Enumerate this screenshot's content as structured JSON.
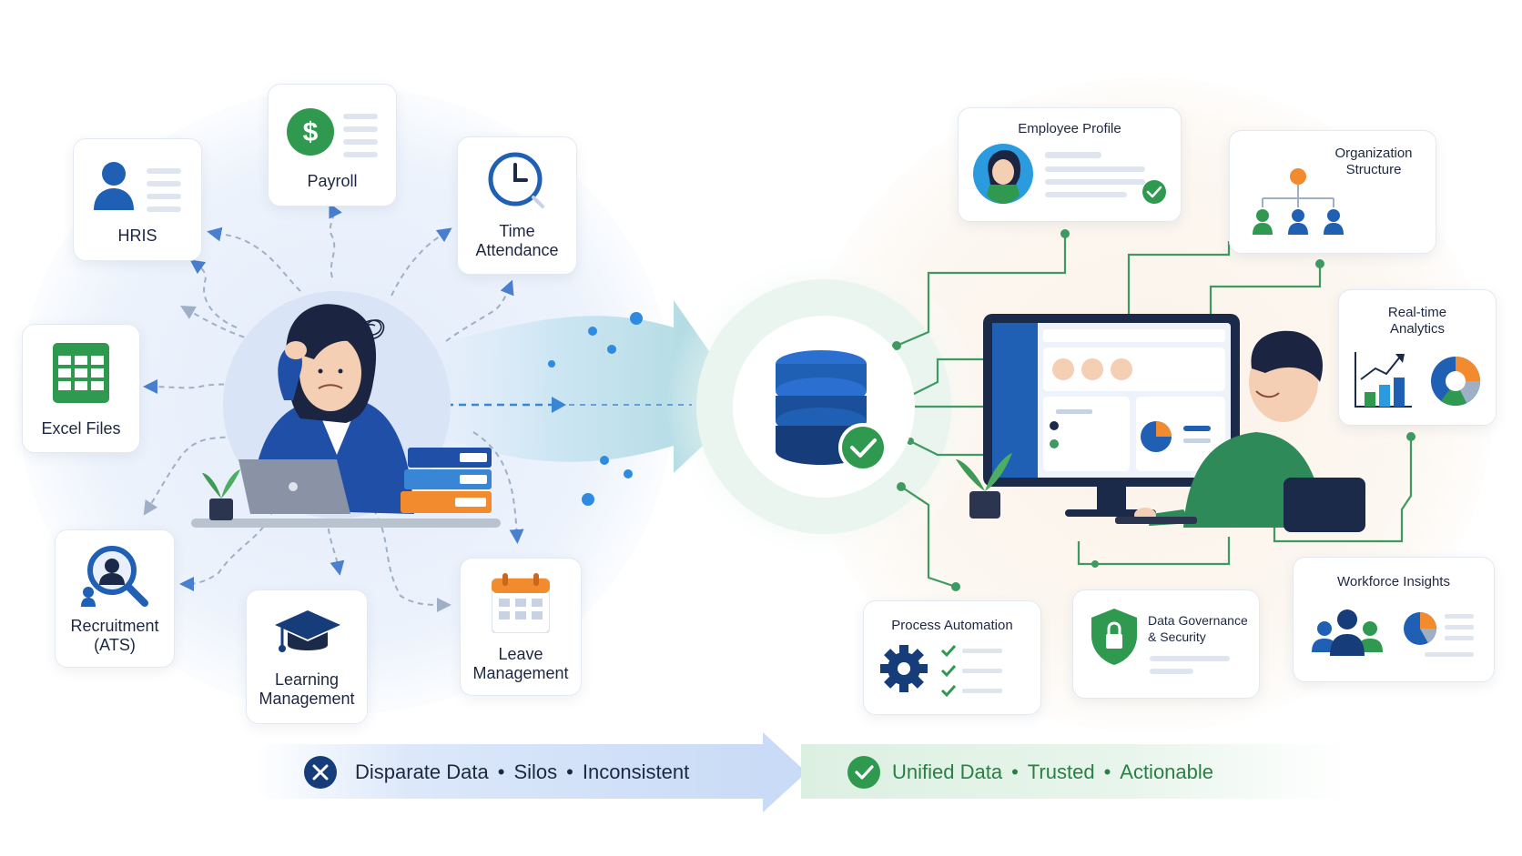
{
  "left_modules": {
    "hris": "HRIS",
    "payroll": "Payroll",
    "time_attendance": [
      "Time",
      "Attendance"
    ],
    "excel_files": "Excel Files",
    "recruitment": [
      "Recruitment",
      "(ATS)"
    ],
    "learning": [
      "Learning",
      "Management"
    ],
    "leave": [
      "Leave",
      "Management"
    ]
  },
  "right_modules": {
    "employee_profile": "Employee Profile",
    "organization_structure": [
      "Organization",
      "Structure"
    ],
    "realtime_analytics": [
      "Real-time",
      "Analytics"
    ],
    "process_automation": "Process Automation",
    "data_governance": [
      "Data Governance",
      "& Security"
    ],
    "workforce_insights": "Workforce Insights"
  },
  "banner": {
    "left_items": [
      "Disparate Data",
      "Silos",
      "Inconsistent"
    ],
    "right_items": [
      "Unified Data",
      "Trusted",
      "Actionable"
    ],
    "separator": "•"
  },
  "icons": {
    "status_bad": "close-icon",
    "status_good": "check-icon",
    "hub": "database-icon"
  },
  "colors": {
    "primary_blue": "#1f5fb4",
    "dark_blue": "#163d7a",
    "green": "#2f9a4f",
    "orange": "#f28a2e",
    "connector_green": "#3f9a62"
  }
}
